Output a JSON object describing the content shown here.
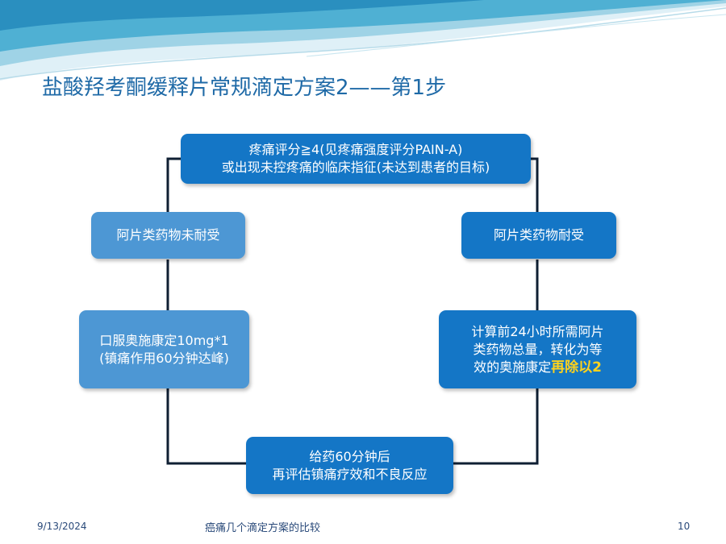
{
  "slide": {
    "title": "盐酸羟考酮缓释片常规滴定方案2——第1步",
    "boxes": {
      "top_line1": "疼痛评分≧4(见疼痛强度评分PAIN-A)",
      "top_line2": "或出现未控疼痛的临床指征(未达到患者的目标)",
      "left_mid": "阿片类药物未耐受",
      "right_mid": "阿片类药物耐受",
      "left_low_line1_a": "口服奥施康定",
      "left_low_line1_b": "10mg*1",
      "left_low_line2": "(镇痛作用60分钟达峰)",
      "right_low_line1": "计算前24小时所需阿片",
      "right_low_line2": "类药物总量，转化为等",
      "right_low_line3_a": "效的奥施康定",
      "right_low_line3_b": "再除以2",
      "bottom_line1": "给药60分钟后",
      "bottom_line2": "再评估镇痛疗效和不良反应"
    },
    "footer": {
      "date": "9/13/2024",
      "subtitle": "癌痛几个滴定方案的比较",
      "page": "10"
    }
  },
  "colors": {
    "title": "#1f6aa7",
    "box_dark": "#1476c6",
    "box_light": "#4d97d4",
    "highlight": "#ffd21c",
    "connector": "#0f1f33"
  }
}
